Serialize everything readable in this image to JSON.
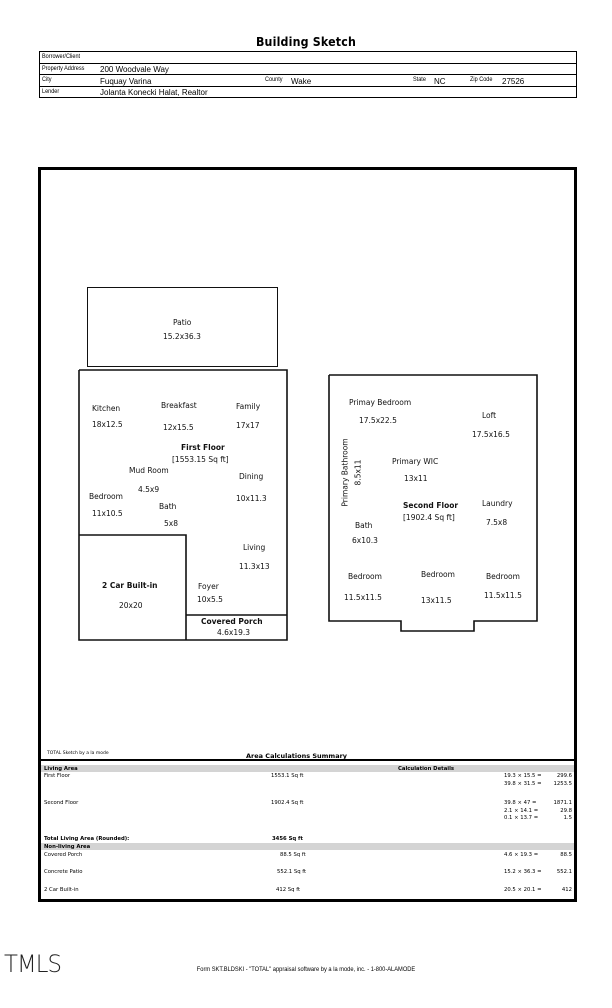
{
  "title": "Building Sketch",
  "header": {
    "borrower_label": "Borrower/Client",
    "borrower_value": "",
    "address_label": "Property Address",
    "address_value": "200 Woodvale Way",
    "city_label": "City",
    "city_value": "Fuquay Varina",
    "county_label": "County",
    "county_value": "Wake",
    "state_label": "State",
    "state_value": "NC",
    "zip_label": "Zip Code",
    "zip_value": "27526",
    "lender_label": "Lender",
    "lender_value": "Jolanta Konecki Halat, Realtor"
  },
  "sketch": {
    "patio": {
      "name": "Patio",
      "dims": "15.2x36.3"
    },
    "first_floor": {
      "title": "First Floor",
      "area": "[1553.15 Sq ft]",
      "rooms": {
        "kitchen": {
          "name": "Kitchen",
          "dims": "18x12.5"
        },
        "breakfast": {
          "name": "Breakfast",
          "dims": "12x15.5"
        },
        "family": {
          "name": "Family",
          "dims": "17x17"
        },
        "mud_room": {
          "name": "Mud Room",
          "dims": "4.5x9"
        },
        "dining": {
          "name": "Dining",
          "dims": "10x11.3"
        },
        "bedroom": {
          "name": "Bedroom",
          "dims": "11x10.5"
        },
        "bath": {
          "name": "Bath",
          "dims": "5x8"
        },
        "living": {
          "name": "Living",
          "dims": "11.3x13"
        },
        "foyer": {
          "name": "Foyer",
          "dims": "10x5.5"
        }
      }
    },
    "garage": {
      "name": "2 Car Built-in",
      "dims": "20x20"
    },
    "covered_porch": {
      "name": "Covered Porch",
      "dims": "4.6x19.3"
    },
    "second_floor": {
      "title": "Second Floor",
      "area": "[1902.4 Sq ft]",
      "rooms": {
        "primary_bedroom": {
          "name": "Primay Bedroom",
          "dims": "17.5x22.5"
        },
        "loft": {
          "name": "Loft",
          "dims": "17.5x16.5"
        },
        "primary_bathroom": {
          "name": "Primary Bathroom",
          "dims": "8.5x11"
        },
        "primary_wic": {
          "name": "Primary WIC",
          "dims": "13x11"
        },
        "laundry": {
          "name": "Laundry",
          "dims": "7.5x8"
        },
        "bath": {
          "name": "Bath",
          "dims": "6x10.3"
        },
        "bedroom1": {
          "name": "Bedroom",
          "dims": "11.5x11.5"
        },
        "bedroom2": {
          "name": "Bedroom",
          "dims": "13x11.5"
        },
        "bedroom3": {
          "name": "Bedroom",
          "dims": "11.5x11.5"
        }
      }
    }
  },
  "summary": {
    "software_note": "TOTAL Sketch by a la mode",
    "title": "Area Calculations Summary",
    "living_header": "Living Area",
    "calc_header": "Calculation Details",
    "living_rows": [
      {
        "name": "First Floor",
        "area": "1553.1 Sq ft",
        "calcs": [
          [
            "19.3 × 15.5 =",
            "299.6"
          ],
          [
            "39.8 × 31.5 =",
            "1253.5"
          ]
        ]
      },
      {
        "name": "Second Floor",
        "area": "1902.4 Sq ft",
        "calcs": [
          [
            "39.8 × 47   =",
            "1871.1"
          ],
          [
            "2.1 × 14.1   =",
            "29.8"
          ],
          [
            "0.1 × 13.7   =",
            "1.5"
          ]
        ]
      }
    ],
    "total_label": "Total Living Area (Rounded):",
    "total_value": "3456 Sq ft",
    "nonliving_header": "Non-living Area",
    "nonliving_rows": [
      {
        "name": "Covered Porch",
        "area": "88.5 Sq ft",
        "calcs": [
          [
            "4.6 × 19.3   =",
            "88.5"
          ]
        ]
      },
      {
        "name": "Concrete Patio",
        "area": "552.1 Sq ft",
        "calcs": [
          [
            "15.2 × 36.3 =",
            "552.1"
          ]
        ]
      },
      {
        "name": "2 Car Built-in",
        "area": "412 Sq ft",
        "calcs": [
          [
            "20.5 × 20.1 =",
            "412"
          ]
        ]
      }
    ]
  },
  "footer": {
    "logo": "TMLS",
    "form_text": "Form SKT.BLDSKI - \"TOTAL\" appraisal software by a la mode, inc. - 1-800-ALAMODE"
  }
}
